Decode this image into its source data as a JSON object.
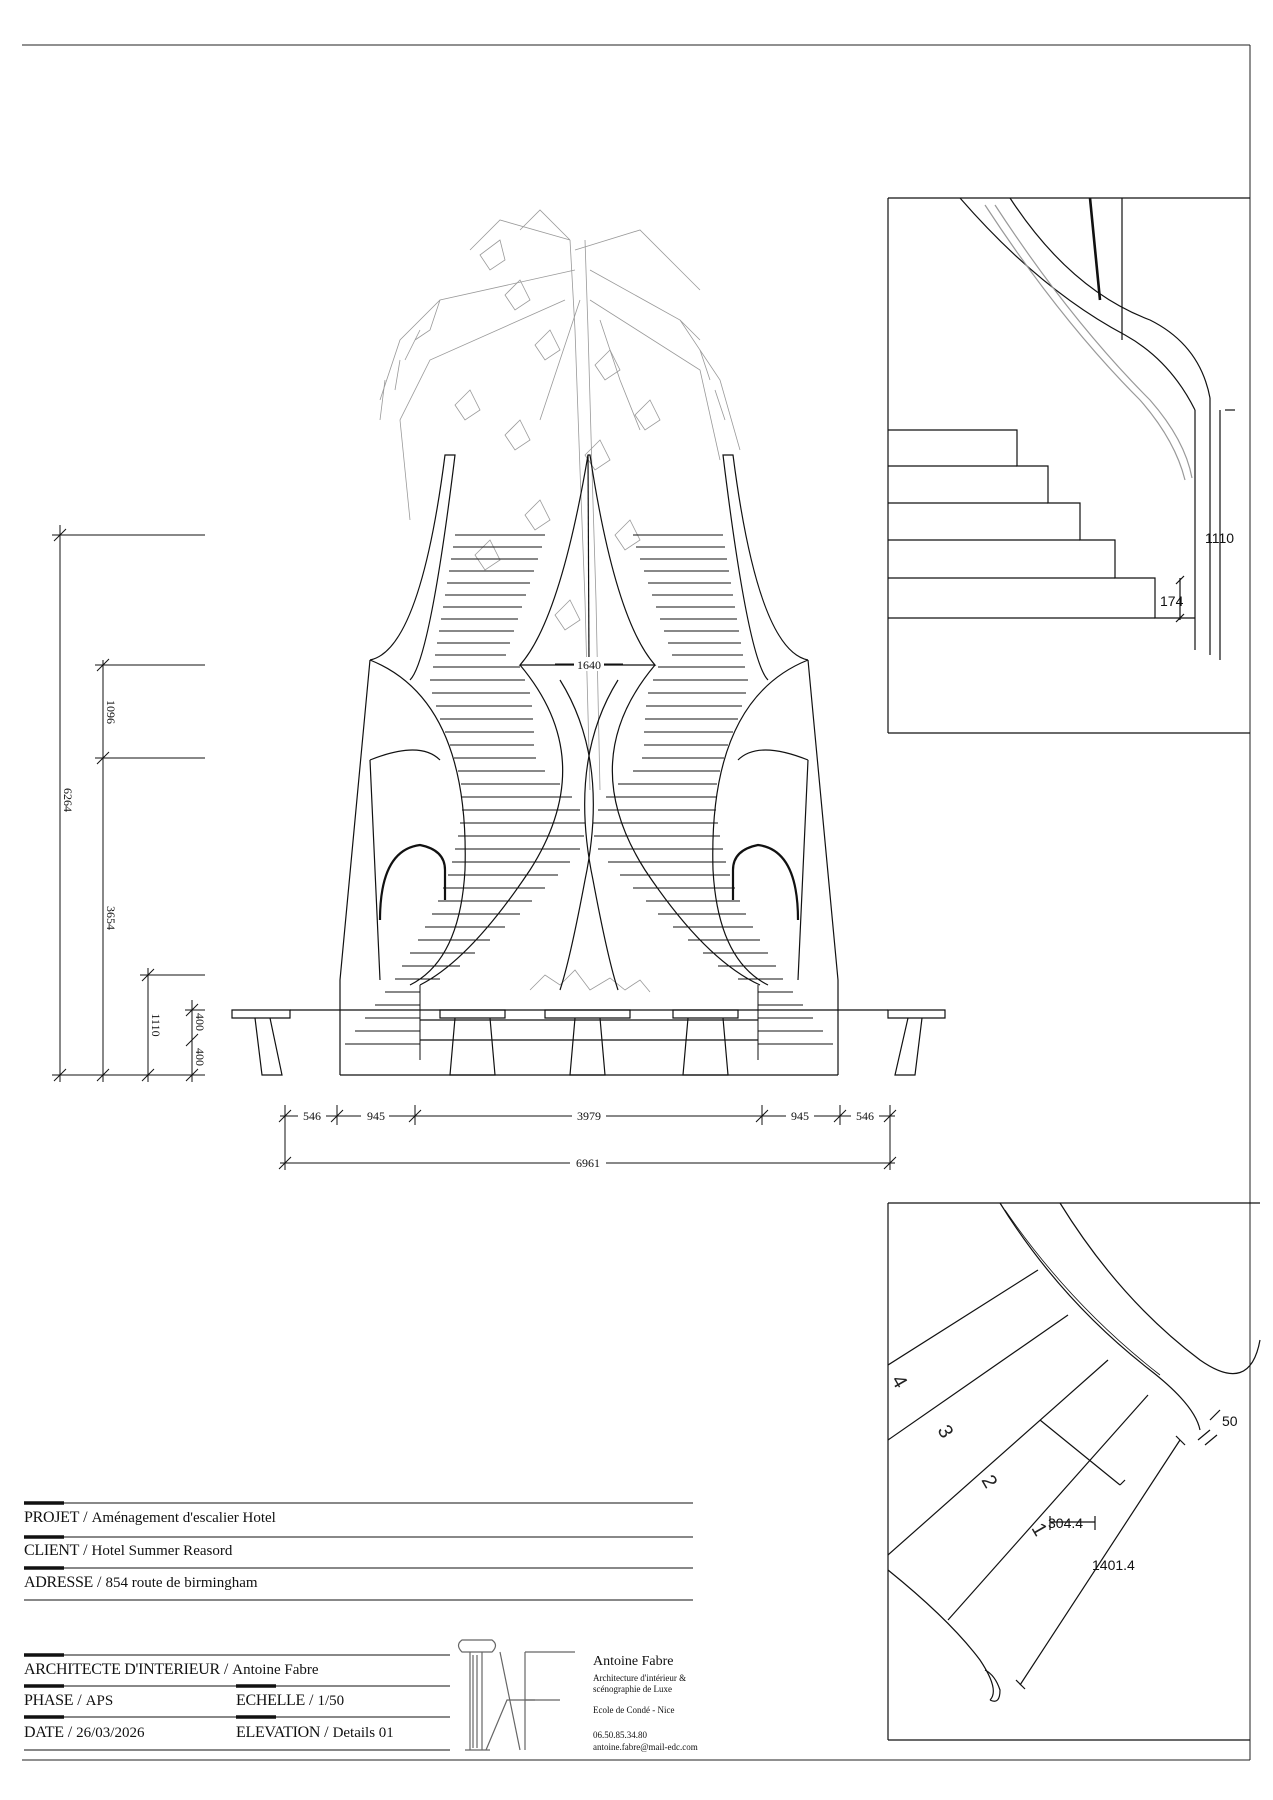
{
  "elevation": {
    "dims_left": [
      "6264",
      "1096",
      "3654",
      "1110",
      "400",
      "400"
    ],
    "dims_bottom": [
      "546",
      "945",
      "3979",
      "945",
      "546"
    ],
    "dim_total": "6961",
    "dim_center": "1640"
  },
  "detail_top": {
    "dim_height": "1110",
    "dim_riser": "174"
  },
  "detail_bottom": {
    "step_numbers": [
      "4",
      "3",
      "2",
      "1"
    ],
    "dim_gap": "50",
    "dim_tread": "304.4",
    "dim_length": "1401.4"
  },
  "title_block": {
    "projet_label": "PROJET",
    "projet_value": "Aménagement d'escalier Hotel",
    "client_label": "CLIENT",
    "client_value": "Hotel Summer Reasord",
    "adresse_label": "ADRESSE",
    "adresse_value": "854 route de birmingham",
    "architecte_label": "ARCHITECTE D'INTERIEUR",
    "architecte_value": "Antoine Fabre",
    "phase_label": "PHASE",
    "phase_value": "APS",
    "echelle_label": "ECHELLE",
    "echelle_value": "1/50",
    "date_label": "DATE",
    "date_value": "26/03/2026",
    "elevation_label": "ELEVATION",
    "elevation_value": "Details 01",
    "separator": " / "
  },
  "firm": {
    "logo_text": "AF",
    "name": "Antoine Fabre",
    "tagline_1": "Architecture d'intérieur &",
    "tagline_2": "scénographie de Luxe",
    "school": "Ecole de Condé - Nice",
    "phone": "06.50.85.34.80",
    "email": "antoine.fabre@mail-edc.com"
  }
}
